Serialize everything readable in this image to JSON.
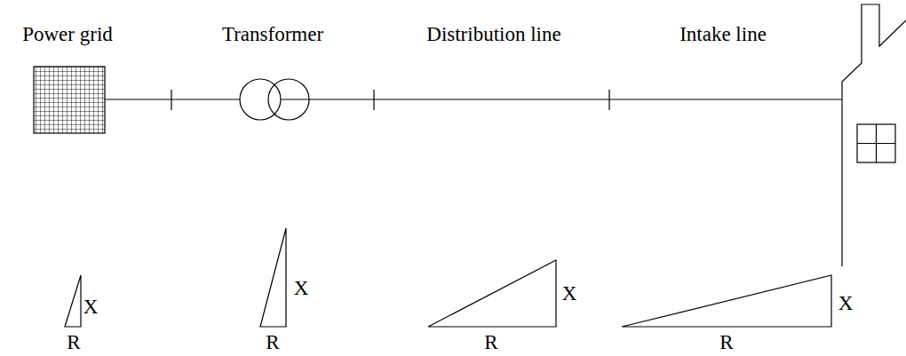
{
  "diagram": {
    "labels": [
      "Power grid",
      "Transformer",
      "Distribution line",
      "Intake line",
      "X",
      "R",
      "X",
      "R",
      "X",
      "R",
      "X",
      "R"
    ]
  }
}
